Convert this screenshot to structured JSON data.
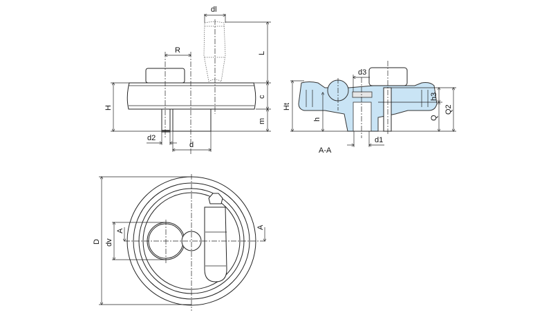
{
  "side_view": {
    "labels": {
      "dl": "dl",
      "R": "R",
      "L": "L",
      "c": "c",
      "H": "H",
      "m": "m",
      "d2": "d2",
      "d": "d"
    }
  },
  "section_view": {
    "title": "A-A",
    "labels": {
      "d3": "d3",
      "Ht": "Ht",
      "h3": "h3",
      "h": "h",
      "Q": "Q",
      "Q2": "Q2",
      "d1": "d1"
    }
  },
  "top_view": {
    "labels": {
      "D": "D",
      "dv": "dv",
      "A_left": "A",
      "A_right": "A"
    }
  },
  "colors": {
    "section_fill": "#c9e4f5",
    "line": "#222222"
  }
}
